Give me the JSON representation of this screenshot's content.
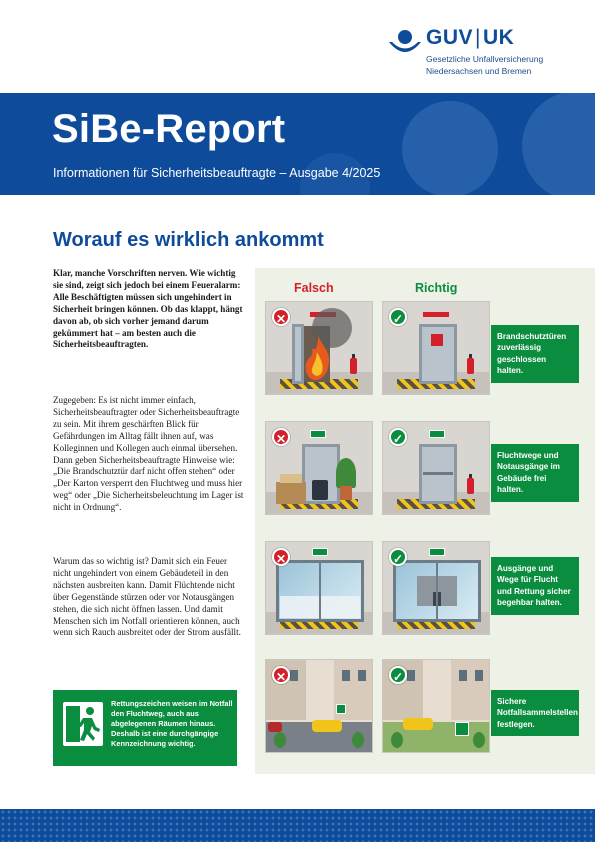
{
  "logo": {
    "brand": "GUV",
    "brand2": "UK",
    "line1": "Gesetzliche Unfallversicherung",
    "line2": "Niedersachsen und Bremen"
  },
  "header": {
    "title": "SiBe-Report",
    "subtitle": "Informationen für Sicherheitsbeauftragte – Ausgabe 4/2025"
  },
  "article": {
    "title": "Worauf es wirklich ankommt",
    "lead": "Klar, manche Vorschriften nerven. Wie wichtig sie sind, zeigt sich jedoch bei einem Feueralarm: Alle Beschäftigten müssen sich ungehindert in Sicherheit bringen können. Ob das klappt, hängt davon ab, ob sich vorher jemand darum gekümmert hat – am besten auch die Sicherheitsbeauftragten.",
    "p1": "Zugegeben: Es ist nicht immer einfach, Sicherheitsbeauftragter oder Sicherheitsbeauftragte zu sein. Mit ihrem geschärften Blick für Gefährdungen im Alltag fällt ihnen auf, was Kolleginnen und Kollegen auch einmal übersehen. Dann geben Sicherheitsbeauftragte Hinweise wie: „Die Brandschutztür darf nicht offen stehen“ oder „Der Karton versperrt den Fluchtweg und muss hier weg“ oder „Die Sicherheitsbeleuchtung im Lager ist nicht in Ordnung“.",
    "p2": "Warum das so wichtig ist? Damit sich ein Feuer nicht ungehindert von einem Gebäudeteil in den nächsten ausbreiten kann. Damit Flüchtende nicht über Gegenstände stürzen oder vor Notausgängen stehen, die sich nicht öffnen lassen. Und damit Menschen sich im Notfall orientieren können, auch wenn sich Rauch ausbreitet oder der Strom ausfällt.",
    "sign_text": "Rettungszeichen weisen im Notfall den Fluchtweg, auch aus abgelegenen Räumen hinaus. Deshalb ist eine durchgängige Kennzeichnung wichtig."
  },
  "infographic": {
    "wrong_label": "Falsch",
    "right_label": "Richtig",
    "captions": [
      "Brandschutztüren zuverlässig geschlossen halten.",
      "Fluchtwege und Notausgänge im Gebäude frei halten.",
      "Ausgänge und Wege für Flucht und Rettung sicher begehbar halten.",
      "Sichere Notfallsammelstellen festlegen."
    ],
    "wrong_mark": "✕",
    "right_mark": "✓",
    "colors": {
      "wrong": "#d3202a",
      "right": "#0b8d3f",
      "brand": "#0e4c9b"
    }
  }
}
